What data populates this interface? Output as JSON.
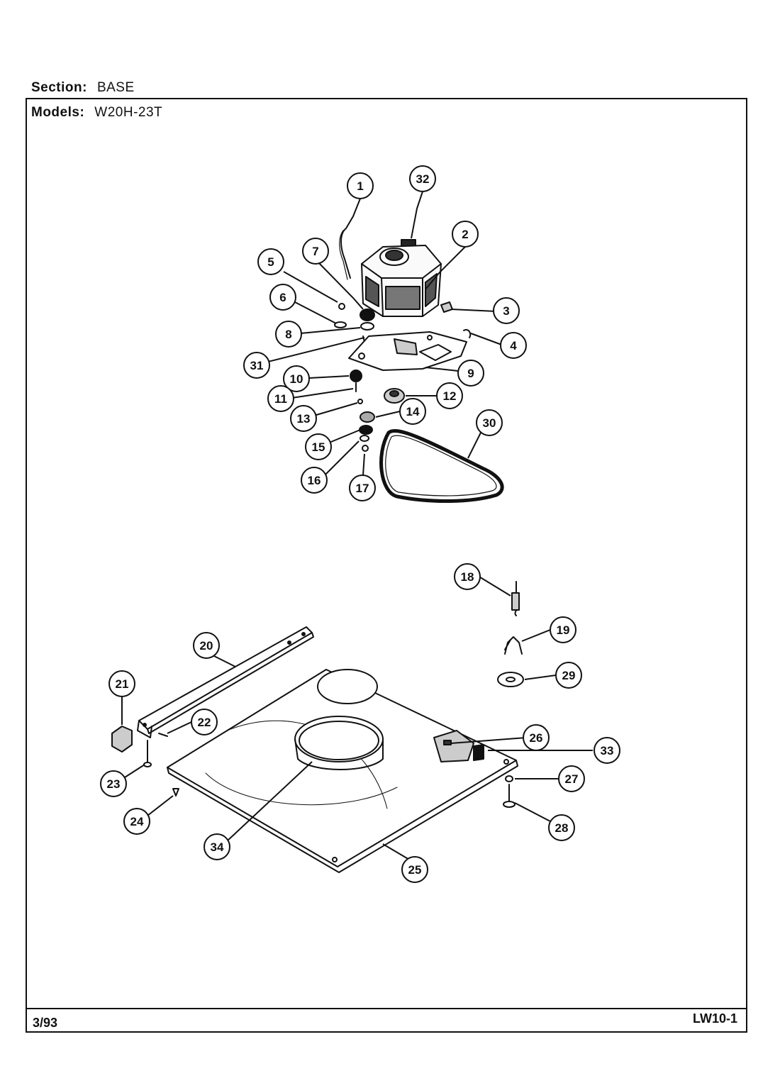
{
  "header": {
    "section_label": "Section:",
    "section_value": "BASE",
    "models_label": "Models:",
    "models_value": "W20H-23T"
  },
  "footer": {
    "date": "3/93",
    "page_code": "LW10-1"
  },
  "callouts": [
    "1",
    "2",
    "3",
    "4",
    "5",
    "6",
    "7",
    "8",
    "9",
    "10",
    "11",
    "12",
    "13",
    "14",
    "15",
    "16",
    "17",
    "18",
    "19",
    "20",
    "21",
    "22",
    "23",
    "24",
    "25",
    "26",
    "27",
    "28",
    "29",
    "30",
    "31",
    "32",
    "33",
    "34"
  ]
}
